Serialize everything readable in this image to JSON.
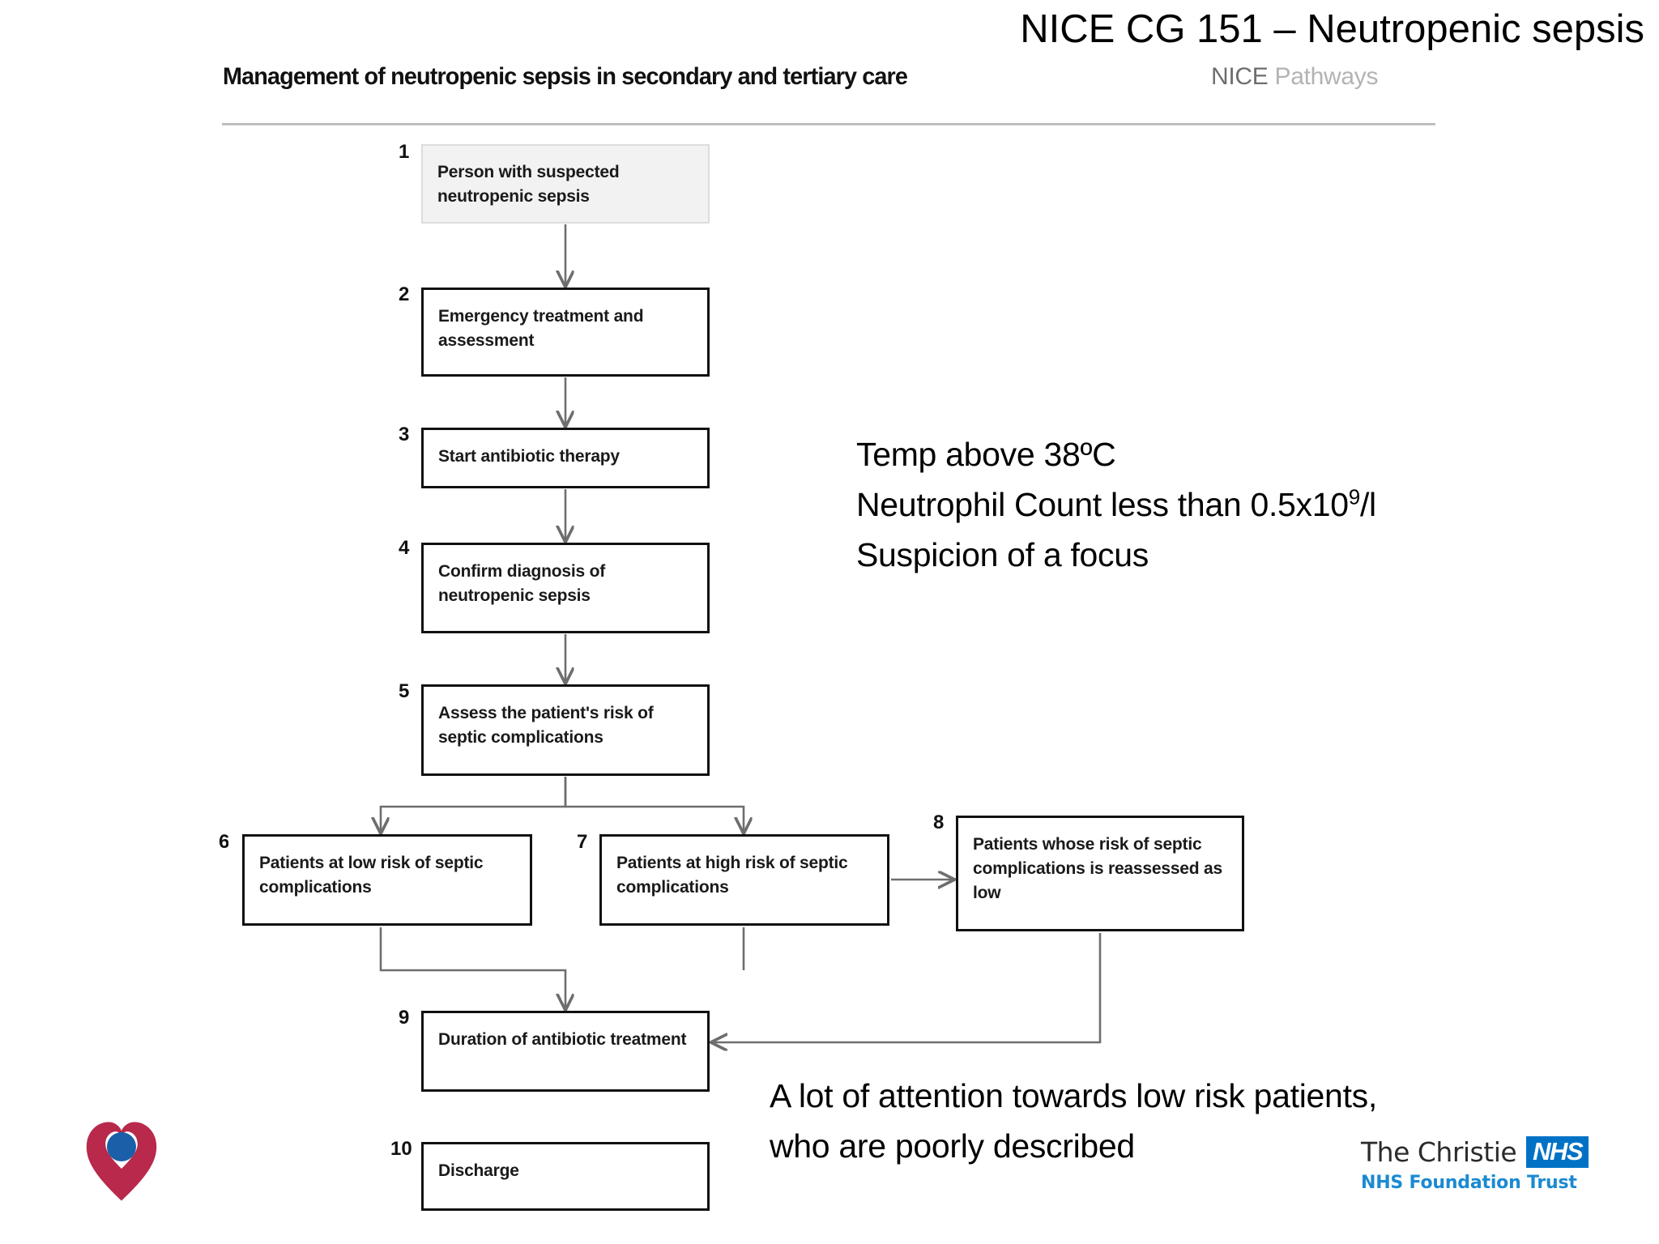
{
  "header": {
    "slide_title": "NICE CG 151 – Neutropenic sepsis",
    "subtitle": "Management of neutropenic sepsis in secondary and tertiary care",
    "brand_primary": "NICE",
    "brand_secondary": "Pathways"
  },
  "flowchart": {
    "nodes": [
      {
        "num": "1",
        "label": "Person with suspected neutropenic sepsis"
      },
      {
        "num": "2",
        "label": "Emergency treatment and assessment"
      },
      {
        "num": "3",
        "label": "Start antibiotic therapy"
      },
      {
        "num": "4",
        "label": "Confirm diagnosis of neutropenic sepsis"
      },
      {
        "num": "5",
        "label": "Assess the patient's risk of septic complications"
      },
      {
        "num": "6",
        "label": "Patients at low risk of septic complications"
      },
      {
        "num": "7",
        "label": "Patients at high risk of septic complications"
      },
      {
        "num": "8",
        "label": "Patients whose risk of septic complications is reassessed as low"
      },
      {
        "num": "9",
        "label": "Duration of antibiotic treatment"
      },
      {
        "num": "10",
        "label": "Discharge"
      }
    ]
  },
  "annotations": {
    "criteria": {
      "line1": "Temp above 38ºC",
      "line2_prefix": "Neutrophil Count less than 0.5x10",
      "line2_sup": "9",
      "line2_suffix": "/l",
      "line3": "Suspicion of a focus"
    },
    "low_risk_note": {
      "line1": "A lot of attention towards low risk patients,",
      "line2": "who are poorly described"
    }
  },
  "logos": {
    "christie_name": "The Christie",
    "nhs_badge": "NHS",
    "christie_sub": "NHS Foundation Trust",
    "heart_icon": "christie-heart-icon"
  },
  "colors": {
    "nhs_blue": "#0072c6",
    "christie_sub_blue": "#1b8ad1",
    "heart_red": "#b8294b",
    "heart_blue": "#1a5fa8",
    "node_border": "#111111",
    "start_node_fill": "#f2f2f2",
    "connector": "#6e6e6e"
  }
}
